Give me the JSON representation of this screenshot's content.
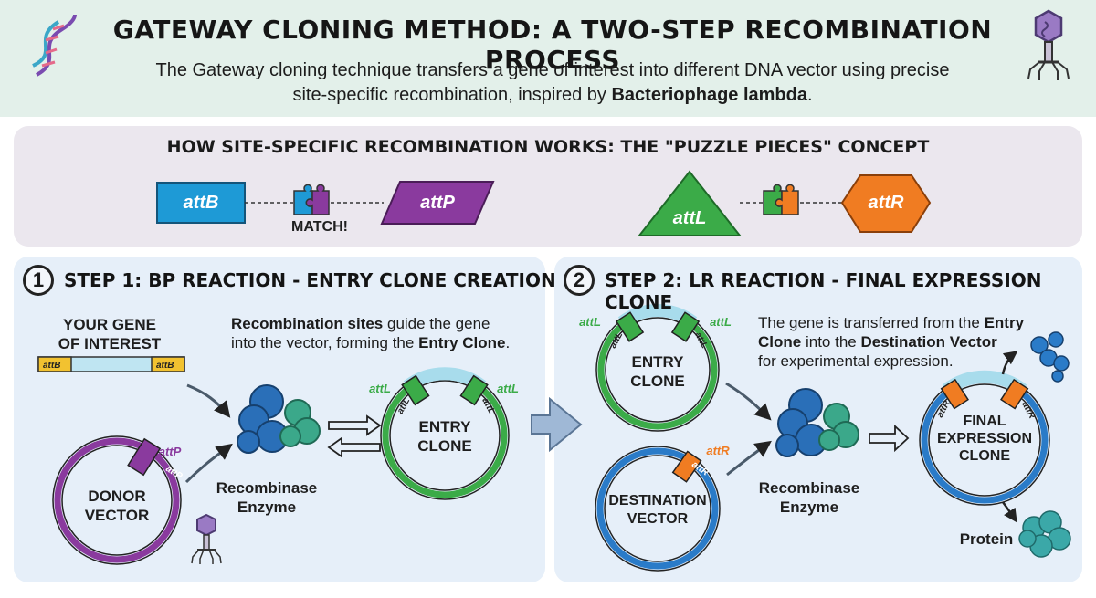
{
  "header": {
    "title": "GATEWAY CLONING METHOD: A TWO-STEP RECOMBINATION PROCESS",
    "subtitle_line1": "The Gateway cloning technique transfers a gene of interest into different DNA vector using precise",
    "subtitle_line2_prefix": "site-specific recombination, inspired by ",
    "subtitle_line2_bold": "Bacteriophage lambda",
    "subtitle_line2_suffix": "."
  },
  "concept": {
    "title": "HOW SITE-SPECIFIC RECOMBINATION WORKS: THE \"PUZZLE PIECES\" CONCEPT",
    "attB": "attB",
    "attP": "attP",
    "match": "MATCH!",
    "attL": "attL",
    "attR": "attR"
  },
  "step1": {
    "number": "1",
    "title": "STEP 1: BP REACTION - ENTRY CLONE CREATION",
    "gene_label_line1": "YOUR GENE",
    "gene_label_line2": "OF INTEREST",
    "gene_left_site": "attB",
    "gene_right_site": "attB",
    "desc_bold1": "Recombination sites",
    "desc_part1": " guide the gene",
    "desc_part2": "into the vector, forming the ",
    "desc_bold2": "Entry Clone",
    "desc_end": ".",
    "donor_line1": "DONOR",
    "donor_line2": "VECTOR",
    "donor_site": "attP",
    "donor_site_outer": "attP",
    "enzyme_line1": "Recombinase",
    "enzyme_line2": "Enzyme",
    "entry_line1": "ENTRY",
    "entry_line2": "CLONE",
    "entry_site_left": "attL",
    "entry_site_right": "attL",
    "entry_outer_left": "attL",
    "entry_outer_right": "attL"
  },
  "step2": {
    "number": "2",
    "title": "STEP 2: LR REACTION - FINAL EXPRESSION CLONE",
    "entry_line1": "ENTRY",
    "entry_line2": "CLONE",
    "entry_site_left": "attL",
    "entry_site_right": "attL",
    "entry_outer_left": "attL",
    "entry_outer_right": "attL",
    "desc_part1": "The gene is transferred from the ",
    "desc_bold1": "Entry",
    "desc_bold2": "Clone",
    "desc_part2": " into the ",
    "desc_bold3": "Destination Vector",
    "desc_part3": "for experimental expression.",
    "dest_line1": "DESTINATION",
    "dest_line2": "VECTOR",
    "dest_site": "attR",
    "dest_site_outer": "attR",
    "enzyme_line1": "Recombinase",
    "enzyme_line2": "Enzyme",
    "final_line1": "FINAL",
    "final_line2": "EXPRESSION",
    "final_line3": "CLONE",
    "final_site_left": "attR",
    "final_site_right": "attR",
    "protein": "Protein"
  },
  "colors": {
    "header_bg": "#e3f0ea",
    "concept_bg": "#ebe7ee",
    "step_bg": "#e6eff9",
    "attB_blue": "#1e9ad6",
    "attP_purple": "#8a3a9e",
    "attL_green": "#3bab48",
    "attR_orange": "#f07c22",
    "gene_yellow": "#f2c230",
    "enzyme_blue": "#2a6fb8",
    "enzyme_teal": "#3ba88a"
  }
}
